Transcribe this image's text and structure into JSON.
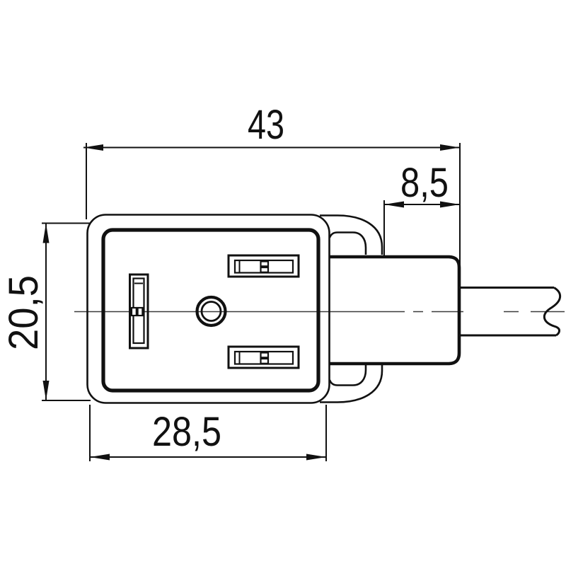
{
  "drawing": {
    "kind": "technical-dimension-drawing",
    "subject": "valve-connector-with-side-cable-exit",
    "background_color": "#ffffff",
    "line_color": "#111111",
    "dimensions": {
      "overall_length": "43",
      "gland_length": "8,5",
      "body_height": "20,5",
      "body_width": "28,5"
    }
  }
}
